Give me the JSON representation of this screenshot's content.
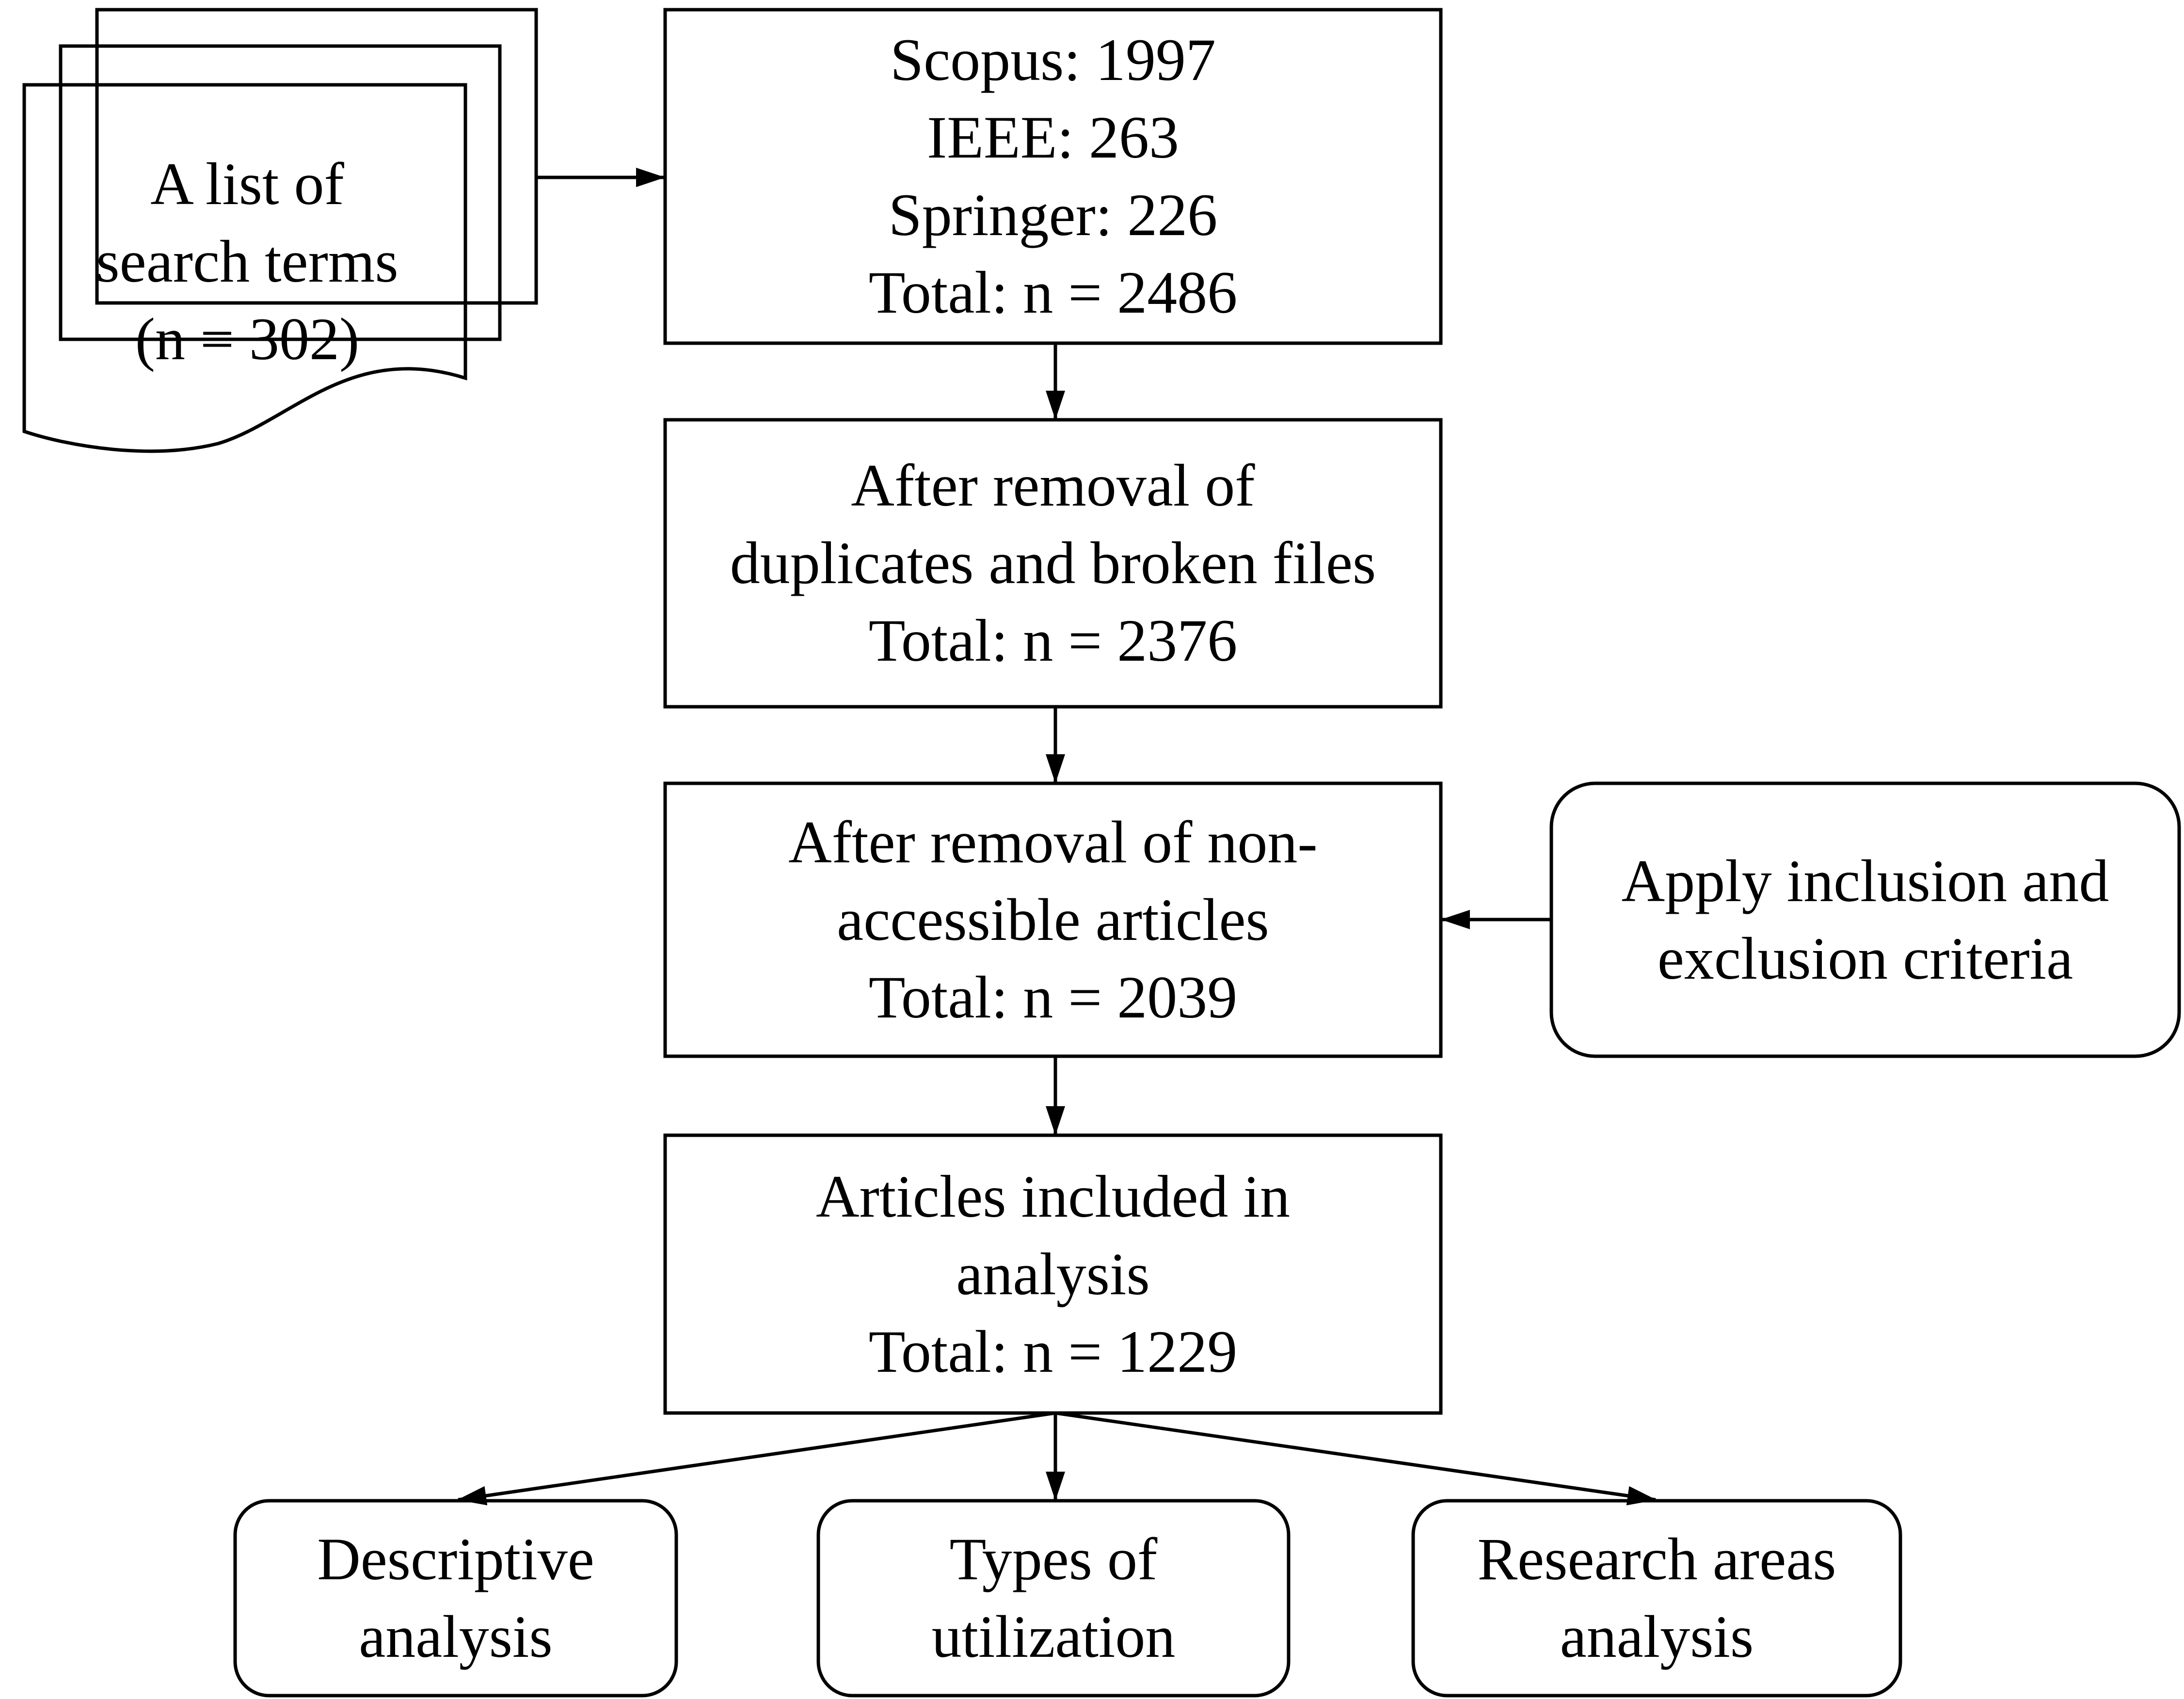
{
  "colors": {
    "stroke": "#000000",
    "background": "#ffffff",
    "text": "#000000"
  },
  "nodes": {
    "search_terms": {
      "shape": "multi-document",
      "lines": [
        "A list of",
        "search terms",
        "(n = 302)"
      ]
    },
    "databases": {
      "shape": "rectangle",
      "lines": [
        "Scopus: 1997",
        "IEEE: 263",
        "Springer: 226",
        "Total: n = 2486"
      ]
    },
    "dedup": {
      "shape": "rectangle",
      "lines": [
        "After removal of",
        "duplicates and broken files",
        "Total: n = 2376"
      ]
    },
    "accessible": {
      "shape": "rectangle",
      "lines": [
        "After removal of non-",
        "accessible articles",
        "Total: n = 2039"
      ]
    },
    "criteria": {
      "shape": "rounded-rectangle",
      "lines": [
        "Apply inclusion and",
        "exclusion criteria"
      ]
    },
    "included": {
      "shape": "rectangle",
      "lines": [
        "Articles included in",
        "analysis",
        "Total: n = 1229"
      ]
    },
    "descriptive": {
      "shape": "rounded-rectangle",
      "lines": [
        "Descriptive",
        "analysis"
      ]
    },
    "utilization": {
      "shape": "rounded-rectangle",
      "lines": [
        "Types of",
        "utilization"
      ]
    },
    "research": {
      "shape": "rounded-rectangle",
      "lines": [
        "Research areas",
        "analysis"
      ]
    }
  },
  "edges": [
    {
      "from": "search_terms",
      "to": "databases"
    },
    {
      "from": "databases",
      "to": "dedup"
    },
    {
      "from": "dedup",
      "to": "accessible"
    },
    {
      "from": "criteria",
      "to": "accessible"
    },
    {
      "from": "accessible",
      "to": "included"
    },
    {
      "from": "included",
      "to": "descriptive"
    },
    {
      "from": "included",
      "to": "utilization"
    },
    {
      "from": "included",
      "to": "research"
    }
  ]
}
